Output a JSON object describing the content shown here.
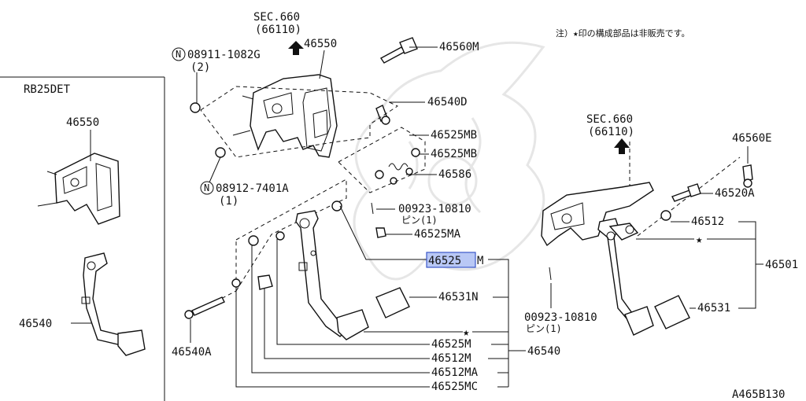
{
  "diagram": {
    "note": "注）★印の構成部品は非販売です。",
    "figure_code": "A465B130",
    "engine_label": "RB25DET",
    "sec_top": {
      "sec": "SEC.660",
      "ref": "(66110)"
    },
    "sec_right": {
      "sec": "SEC.660",
      "ref": "(66110)"
    },
    "parts": {
      "p46550_inset": "46550",
      "p46540_inset": "46540",
      "p46550": "46550",
      "p46560M": "46560M",
      "p08911": "08911-1082G",
      "p08911_qty": "(2)",
      "p46540D": "46540D",
      "p46525MB_1": "46525MB",
      "p46525MB_2": "46525MB",
      "p46586": "46586",
      "p08912": "08912-7401A",
      "p08912_qty": "(1)",
      "p00923_a": "00923-10810",
      "p00923_a_pin": "ピン(1)",
      "p46525MA": "46525MA",
      "p46525M_hl": "46525",
      "p46525M_hl_suffix": "M",
      "p46531N": "46531N",
      "p46525M": "46525M",
      "p46540": "46540",
      "p46512M": "46512M",
      "p46512MA": "46512MA",
      "p46525MC": "46525MC",
      "p46540A": "46540A",
      "p00923_b": "00923-10810",
      "p00923_b_pin": "ピン(1)",
      "p46560E": "46560E",
      "p46520A": "46520A",
      "p46512": "46512",
      "p46501": "46501",
      "p46531": "46531"
    },
    "star_symbol": "★",
    "circle_n": "N"
  }
}
